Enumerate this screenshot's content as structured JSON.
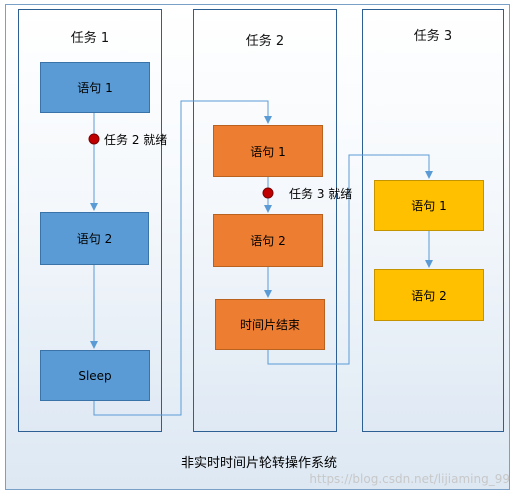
{
  "columns": [
    {
      "title": "任务 1"
    },
    {
      "title": "任务 2"
    },
    {
      "title": "任务 3"
    }
  ],
  "task1": {
    "s1": "语句 1",
    "s2": "语句 2",
    "s3": "Sleep"
  },
  "task2": {
    "s1": "语句 1",
    "s2": "语句 2",
    "s3": "时间片结束"
  },
  "task3": {
    "s1": "语句 1",
    "s2": "语句 2"
  },
  "events": {
    "task2_ready": "任务 2 就绪",
    "task3_ready": "任务 3 就绪"
  },
  "caption": "非实时时间片轮转操作系统",
  "watermark": "https://blog.csdn.net/lijiaming_99",
  "colors": {
    "blue": "#5b9bd5",
    "orange": "#ed7d31",
    "gold": "#ffc000",
    "arrow": "#5b9bd5",
    "dot": "#c00000"
  }
}
